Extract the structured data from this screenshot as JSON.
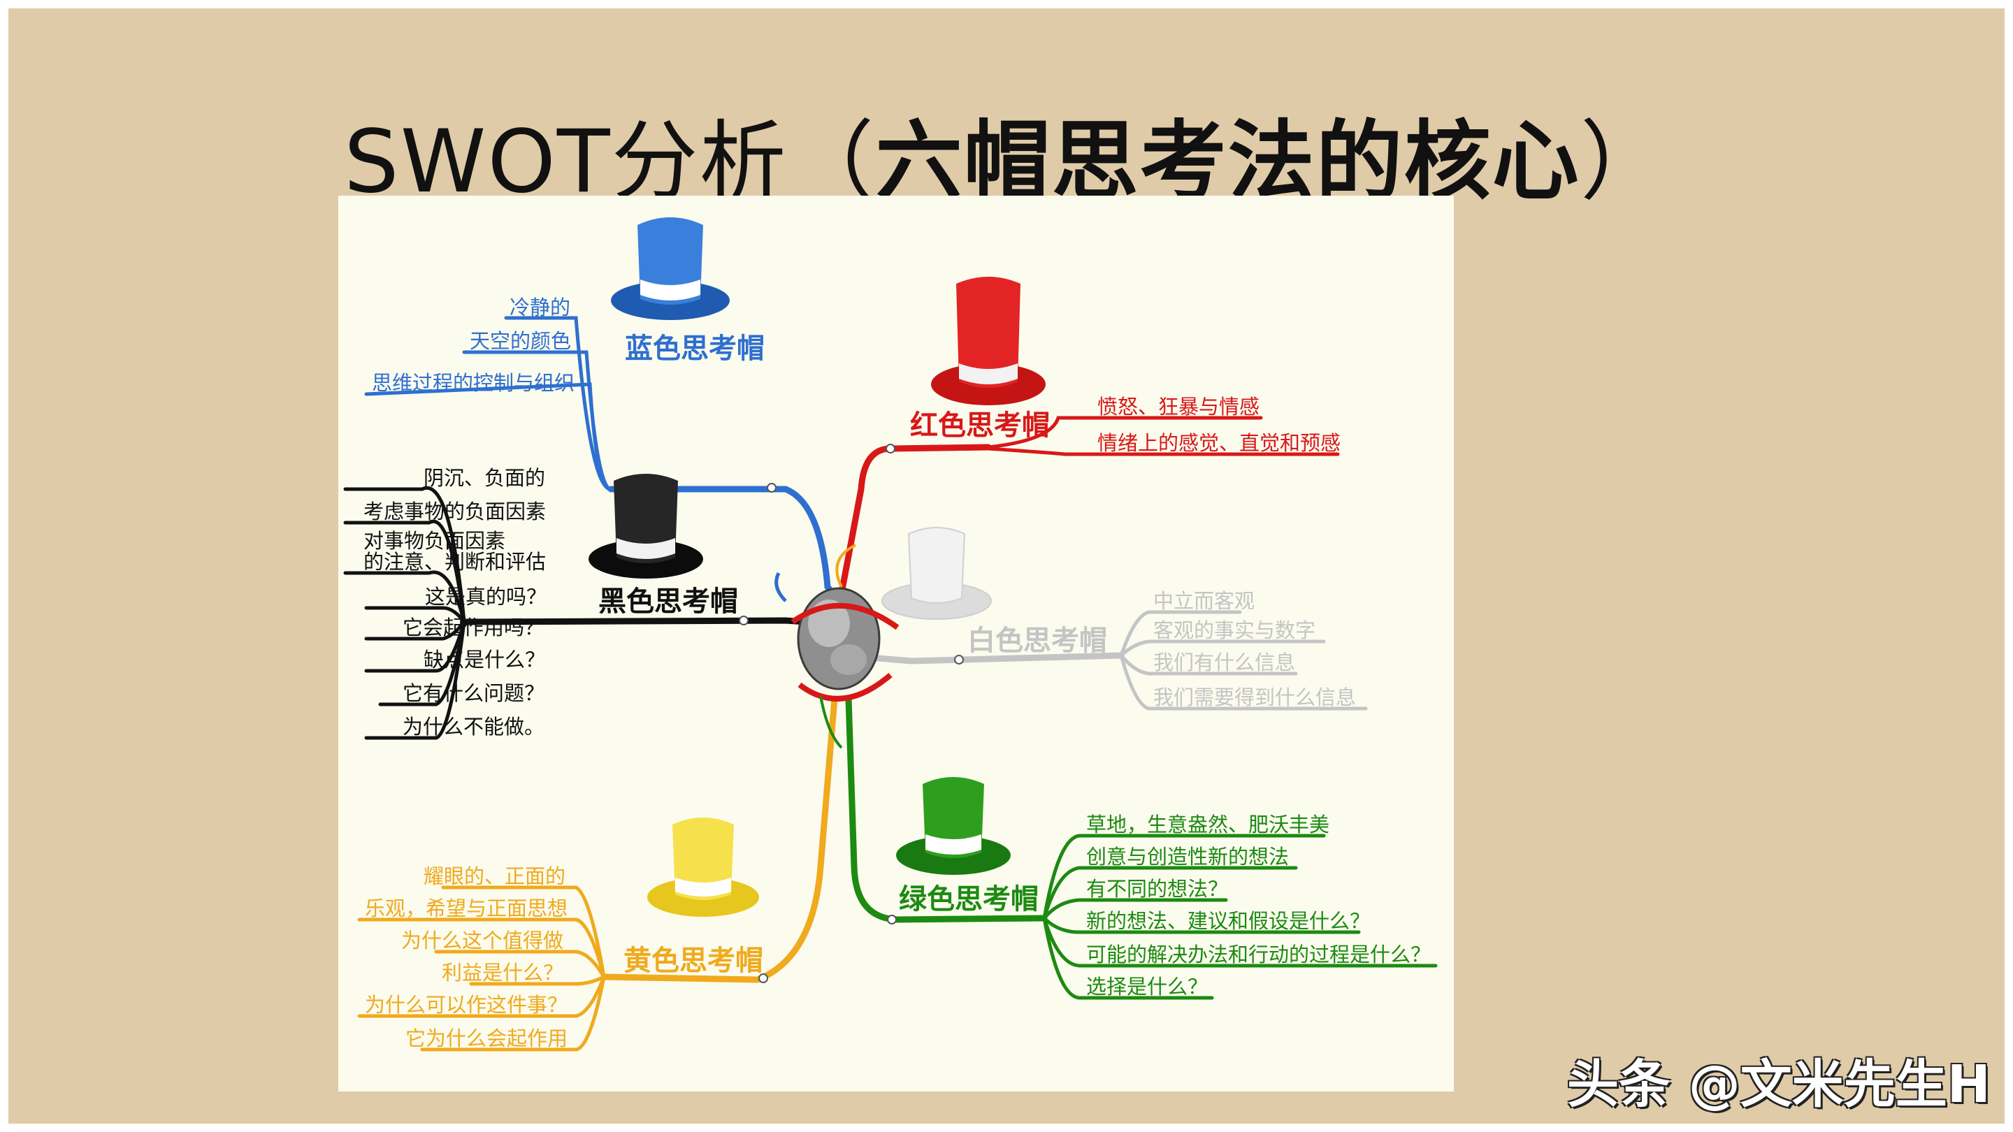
{
  "title": {
    "prefix": "SWOT分析（",
    "emph": "六帽思考法的核心",
    "suffix": "）"
  },
  "colors": {
    "slide_bg": "#dfcba8",
    "blue": "#2e6fd0",
    "red": "#d81818",
    "black": "#111111",
    "white": "#bcbcbc",
    "yellow": "#efaa1d",
    "green": "#1d8a12"
  },
  "hats": {
    "blue": {
      "label": "蓝色思考帽",
      "items": [
        "冷静的",
        "天空的颜色",
        "思维过程的控制与组织"
      ]
    },
    "red": {
      "label": "红色思考帽",
      "items": [
        "愤怒、狂暴与情感",
        "情绪上的感觉、直觉和预感"
      ]
    },
    "black": {
      "label": "黑色思考帽",
      "items": [
        "阴沉、负面的",
        "考虑事物的负面因素",
        "对事物负面因素",
        "的注意、判断和评估",
        "这是真的吗？",
        "它会起作用吗？",
        "缺点是什么？",
        "它有什么问题？",
        "为什么不能做。"
      ]
    },
    "white": {
      "label": "白色思考帽",
      "items": [
        "中立而客观",
        "客观的事实与数字",
        "我们有什么信息",
        "我们需要得到什么信息"
      ]
    },
    "yellow": {
      "label": "黄色思考帽",
      "items": [
        "耀眼的、正面的",
        "乐观，希望与正面思想",
        "为什么这个值得做",
        "利益是什么？",
        "为什么可以作这件事？",
        "它为什么会起作用"
      ]
    },
    "green": {
      "label": "绿色思考帽",
      "items": [
        "草地，生意盎然、肥沃丰美",
        "创意与创造性新的想法",
        "有不同的想法？",
        "新的想法、建议和假设是什么？",
        "可能的解决办法和行动的过程是什么？",
        "选择是什么？"
      ]
    }
  },
  "watermark": "头条 @文米先生H"
}
